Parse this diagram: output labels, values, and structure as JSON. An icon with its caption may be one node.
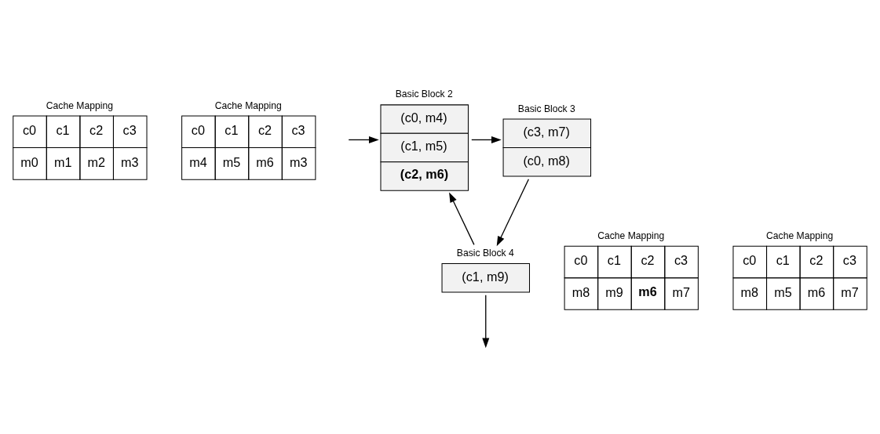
{
  "diagram": {
    "nodes": [
      {
        "text": [
          "Cache Mapping",
          "c0",
          "c1",
          "c2",
          "c3",
          "m0",
          "m1",
          "m2",
          "m3"
        ]
      },
      {
        "text": [
          "Cache Mapping",
          "c0",
          "c1",
          "c2",
          "c3",
          "m4",
          "m5",
          "m6",
          "m3"
        ]
      },
      {
        "text": [
          "Basic Block 2",
          "(c0, m4)",
          "(c1, m5)",
          "**(c2, m6)**"
        ]
      },
      {
        "text": [
          "Basic Block 3",
          "(c3, m7)",
          "(c0, m8)"
        ]
      },
      {
        "text": [
          "Cache Mapping",
          "c0",
          "c1",
          "c2",
          "c3",
          "m8",
          "m9",
          "**m6**",
          "m7"
        ]
      },
      {
        "text": [
          "Cache Mapping",
          "c0",
          "c1",
          "c2",
          "c3",
          "m8",
          "m5",
          "m6",
          "m7"
        ]
      },
      {
        "text": [
          "Basic Block 4",
          "(c1, m9)"
        ]
      }
    ],
    "edges": [
      {
        "from": null,
        "to": 2,
        "arrow": "to"
      },
      {
        "from": 2,
        "to": 3,
        "arrow": "to"
      },
      {
        "from": 3,
        "to": 6,
        "arrow": "to"
      },
      {
        "from": 6,
        "to": 2,
        "arrow": "to"
      },
      {
        "from": 6,
        "to": null,
        "arrow": "to"
      }
    ]
  }
}
